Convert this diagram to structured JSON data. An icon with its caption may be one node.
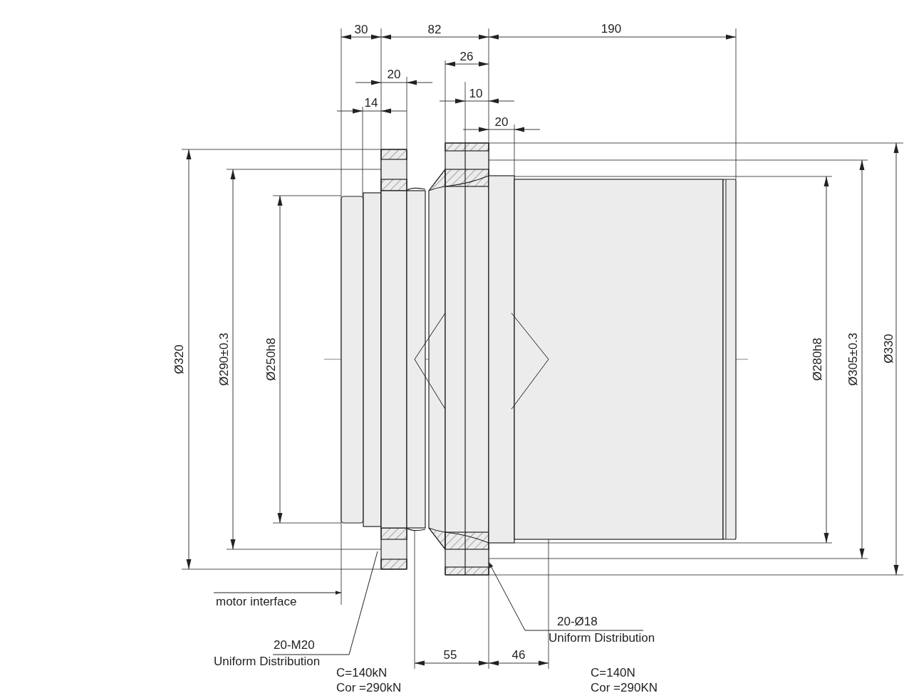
{
  "diagram": {
    "nodes": [
      {
        "text": [
          "motor interface"
        ]
      },
      {
        "text": [
          "20-M20",
          "Uniform Distribution"
        ]
      },
      {
        "text": [
          "20-Ø18",
          "Uniform Distribution"
        ]
      }
    ],
    "edges": [
      {
        "from": 0,
        "to": null,
        "arrow": "to"
      },
      {
        "from": 1,
        "to": null,
        "arrow": "none"
      },
      {
        "from": 2,
        "to": null,
        "arrow": "to"
      }
    ],
    "labels": [
      "30",
      "82",
      "190",
      "26",
      "20",
      "10",
      "14",
      "20",
      "Ø320",
      "Ø290±0.3",
      "Ø250h8",
      "Ø280h8",
      "Ø305±0.3",
      "Ø330",
      "55",
      "46",
      "C=140kN",
      "Cor =290kN",
      "C=140N",
      "Cor =290KN"
    ]
  }
}
